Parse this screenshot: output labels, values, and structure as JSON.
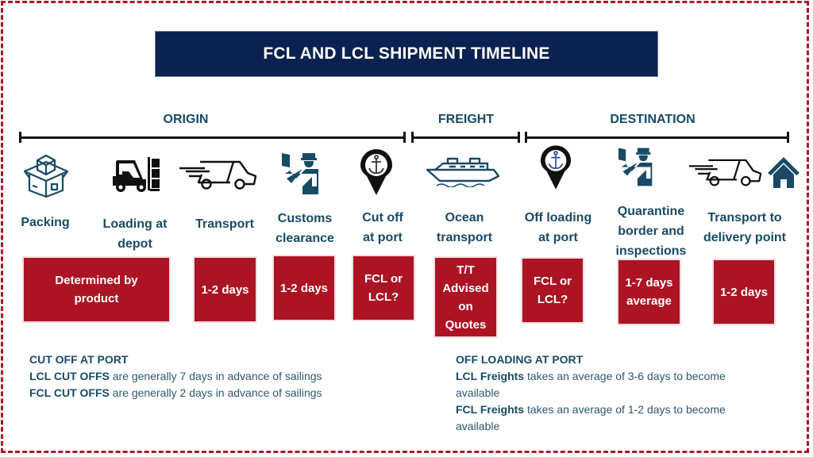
{
  "title": "FCL AND LCL SHIPMENT TIMELINE",
  "colors": {
    "navy": "#0b2250",
    "teal_text": "#184a66",
    "red": "#ac1424",
    "border_dash": "#b01428"
  },
  "phases": [
    {
      "label": "ORIGIN"
    },
    {
      "label": "FREIGHT"
    },
    {
      "label": "DESTINATION"
    }
  ],
  "steps": [
    {
      "label_l1": "Packing",
      "label_l2": "",
      "icon": "box-icon"
    },
    {
      "label_l1": "Loading at",
      "label_l2": "depot",
      "icon": "forklift-icon"
    },
    {
      "label_l1": "Transport",
      "label_l2": "",
      "icon": "truck-icon"
    },
    {
      "label_l1": "Customs",
      "label_l2": "clearance",
      "icon": "customs-officer-icon"
    },
    {
      "label_l1": "Cut off",
      "label_l2": "at port",
      "icon": "anchor-pin-icon"
    },
    {
      "label_l1": "Ocean",
      "label_l2": "transport",
      "icon": "ship-icon"
    },
    {
      "label_l1": "Off loading",
      "label_l2": "at port",
      "icon": "anchor-pin-icon"
    },
    {
      "label_l1": "Quarantine",
      "label_l2": "border and",
      "label_l3": "inspections",
      "icon": "customs-officer-icon"
    },
    {
      "label_l1": "Transport to",
      "label_l2": "delivery point",
      "icon": "truck-home-icon"
    }
  ],
  "durations": [
    "Determined by\nproduct",
    "1-2 days",
    "1-2 days",
    "FCL or\nLCL?",
    "T/T\nAdvised\non\nQuotes",
    "FCL or\nLCL?",
    "1-7 days\naverage",
    "1-2 days"
  ],
  "notes_left": {
    "heading": "CUT OFF AT PORT",
    "line1_bold": "LCL CUT OFFS",
    "line1_rest": " are  generally 7 days in advance of sailings",
    "line2_bold": "FCL CUT OFFS",
    "line2_rest": " are generally 2 days in advance of sailings"
  },
  "notes_right": {
    "heading": "OFF LOADING AT PORT",
    "line1_bold": "LCL Freights",
    "line1_rest": " takes an average of 3-6 days to become available",
    "line2_bold": "FCL Freights",
    "line2_rest": " takes an average of 1-2 days to become available"
  }
}
